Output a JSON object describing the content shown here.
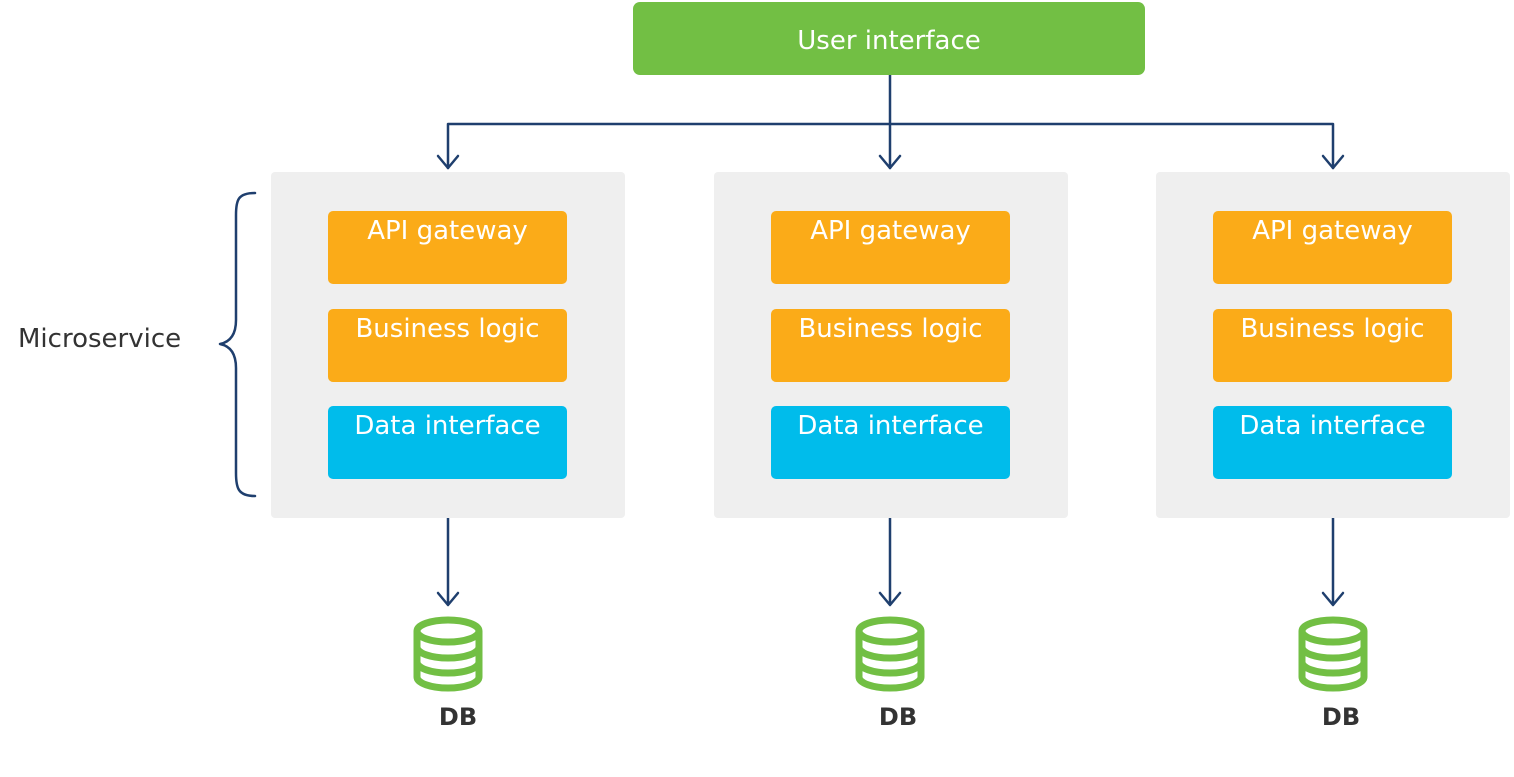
{
  "user_interface": {
    "label": "User interface"
  },
  "side_label": "Microservice",
  "microservices": [
    {
      "layers": [
        {
          "label": "API gateway",
          "kind": "api"
        },
        {
          "label": "Business logic",
          "kind": "logic"
        },
        {
          "label": "Data interface",
          "kind": "data"
        }
      ],
      "db_label": "DB"
    },
    {
      "layers": [
        {
          "label": "API gateway",
          "kind": "api"
        },
        {
          "label": "Business logic",
          "kind": "logic"
        },
        {
          "label": "Data interface",
          "kind": "data"
        }
      ],
      "db_label": "DB"
    },
    {
      "layers": [
        {
          "label": "API gateway",
          "kind": "api"
        },
        {
          "label": "Business logic",
          "kind": "logic"
        },
        {
          "label": "Data interface",
          "kind": "data"
        }
      ],
      "db_label": "DB"
    }
  ],
  "colors": {
    "ui_green": "#72bf44",
    "orange": "#fbab18",
    "cyan": "#00bceb",
    "panel_gray": "#efefef",
    "connector_blue": "#1f3f6e",
    "db_green": "#72bf44"
  },
  "icons": {
    "database": "database-icon",
    "arrow": "arrow-down-icon",
    "brace": "curly-brace-icon"
  }
}
